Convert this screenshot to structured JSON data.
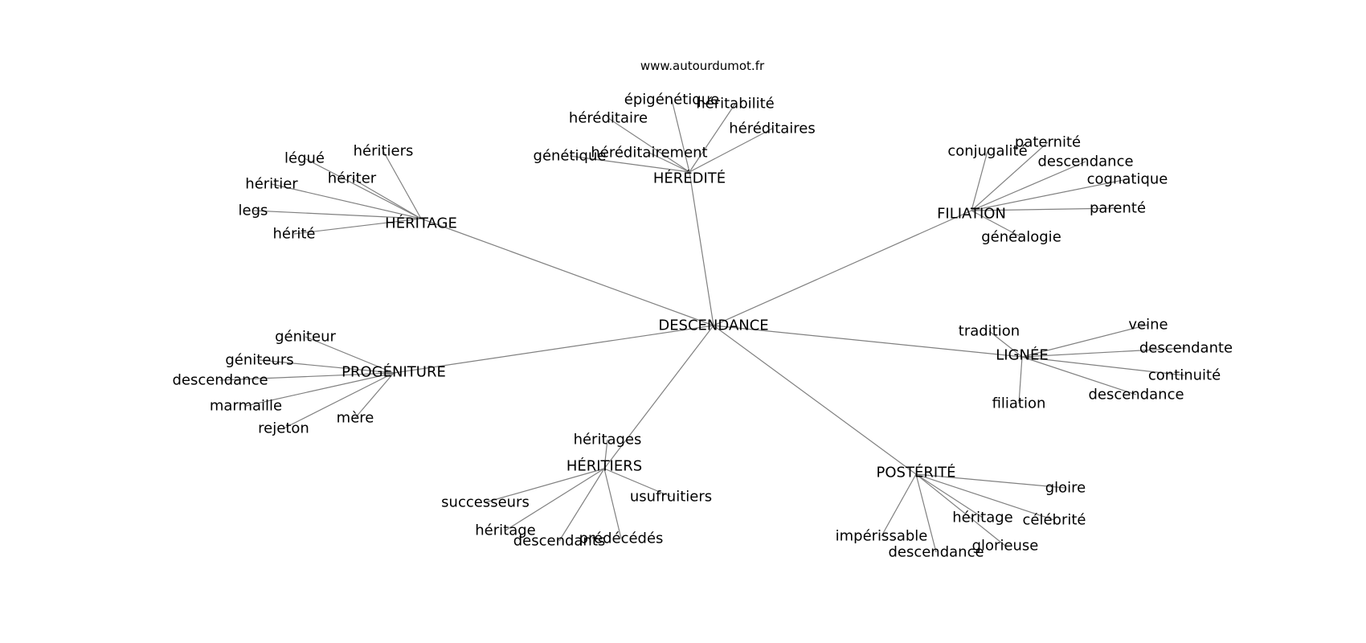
{
  "source": "www.autourdumot.fr",
  "graph": {
    "center": "DESCENDANCE",
    "clusters": [
      {
        "hub": "HÉRÉDITÉ",
        "words": [
          "épigénétique",
          "héritabilité",
          "héréditaire",
          "héréditaires",
          "génétique",
          "héréditairement"
        ]
      },
      {
        "hub": "HÉRITAGE",
        "words": [
          "héritiers",
          "légué",
          "hériter",
          "héritier",
          "legs",
          "hérité"
        ]
      },
      {
        "hub": "FILIATION",
        "words": [
          "conjugalité",
          "paternité",
          "descendance",
          "cognatique",
          "parenté",
          "généalogie"
        ]
      },
      {
        "hub": "PROGÉNITURE",
        "words": [
          "géniteur",
          "géniteurs",
          "descendance",
          "marmaille",
          "rejeton",
          "mère"
        ]
      },
      {
        "hub": "LIGNÉE",
        "words": [
          "tradition",
          "veine",
          "descendante",
          "continuité",
          "descendance",
          "filiation"
        ]
      },
      {
        "hub": "HÉRITIERS",
        "words": [
          "héritages",
          "successeurs",
          "usufruitiers",
          "héritage",
          "descendants",
          "prédécédés"
        ]
      },
      {
        "hub": "POSTÉRITÉ",
        "words": [
          "gloire",
          "héritage",
          "célébrité",
          "impérissable",
          "glorieuse",
          "descendance"
        ]
      }
    ]
  }
}
